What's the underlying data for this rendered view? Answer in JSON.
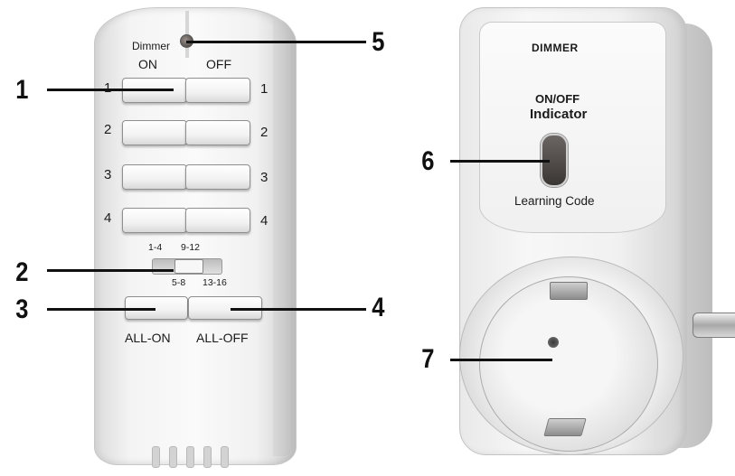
{
  "remote": {
    "led_label": "Dimmer",
    "col_on": "ON",
    "col_off": "OFF",
    "rows": [
      {
        "left": "1",
        "right": "1"
      },
      {
        "left": "2",
        "right": "2"
      },
      {
        "left": "3",
        "right": "3"
      },
      {
        "left": "4",
        "right": "4"
      }
    ],
    "slider_labels": {
      "a": "1-4",
      "b": "9-12",
      "c": "5-8",
      "d": "13-16"
    },
    "all_on": "ALL-ON",
    "all_off": "ALL-OFF"
  },
  "plug": {
    "title": "DIMMER",
    "indicator_line1": "ON/OFF",
    "indicator_line2": "Indicator",
    "learning": "Learning Code"
  },
  "callouts": [
    "1",
    "2",
    "3",
    "4",
    "5",
    "6",
    "7"
  ]
}
